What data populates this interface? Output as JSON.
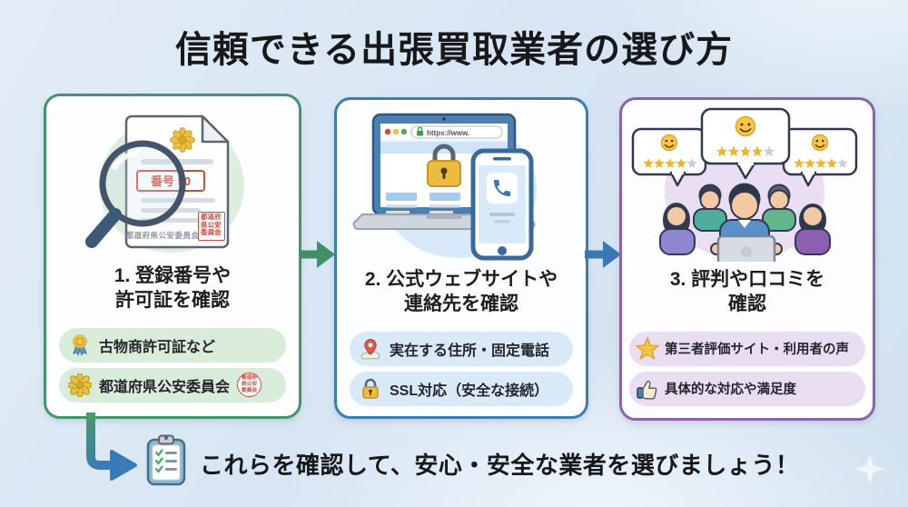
{
  "title": "信頼できる出張買取業者の選び方",
  "accent_colors": {
    "step1_green": "#43946a",
    "step2_blue": "#3c7cb5",
    "step3_purple": "#8a63a8"
  },
  "cards": [
    {
      "step": "1",
      "title_line1": "1. 登録番号や",
      "title_line2": "許可証を確認",
      "illustration": {
        "icon": "license-document-magnifier-illustration",
        "stamp_number": "番号 50",
        "doc_footer_text": "都道府県公安委員会",
        "red_seal_text": "都道府県公安委員会"
      },
      "pills": [
        {
          "icon": "medal-icon",
          "label": "古物商許可証など"
        },
        {
          "icon": "flower-badge-icon",
          "label": "都道府県公安委員会",
          "seal_icon": "red-seal-icon",
          "seal_text": "都道府県公安委員会"
        }
      ]
    },
    {
      "step": "2",
      "title_line1": "2. 公式ウェブサイトや",
      "title_line2": "連絡先を確認",
      "illustration": {
        "icon": "secure-website-laptop-phone-illustration",
        "browser_url": "https://www."
      },
      "pills": [
        {
          "icon": "map-pin-icon",
          "label": "実在する住所・固定電話"
        },
        {
          "icon": "padlock-icon",
          "label": "SSL対応（安全な接続）"
        }
      ]
    },
    {
      "step": "3",
      "title_line1": "3. 評判や口コミを",
      "title_line2": "確認",
      "illustration": {
        "icon": "customer-reviews-people-illustration"
      },
      "pills": [
        {
          "icon": "star-icon",
          "label": "第三者評価サイト・利用者の声"
        },
        {
          "icon": "thumbs-up-icon",
          "label": "具体的な対応や満足度"
        }
      ]
    }
  ],
  "footer": {
    "icon": "checklist-clipboard-icon",
    "note": "これらを確認して、安心・安全な業者を選びましょう！"
  }
}
